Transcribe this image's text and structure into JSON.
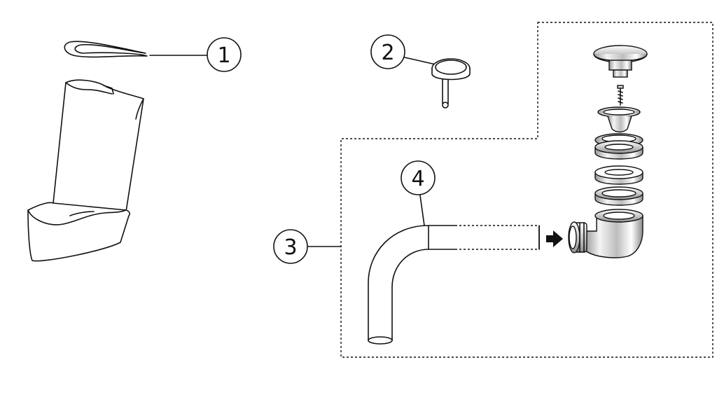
{
  "callouts": [
    {
      "id": "1",
      "label": "1"
    },
    {
      "id": "2",
      "label": "2"
    },
    {
      "id": "3",
      "label": "3"
    },
    {
      "id": "4",
      "label": "4"
    }
  ],
  "colors": {
    "line": "#111111",
    "background": "#ffffff",
    "metal_light": "#f2f2f2",
    "metal_dark": "#9a9a9a"
  }
}
